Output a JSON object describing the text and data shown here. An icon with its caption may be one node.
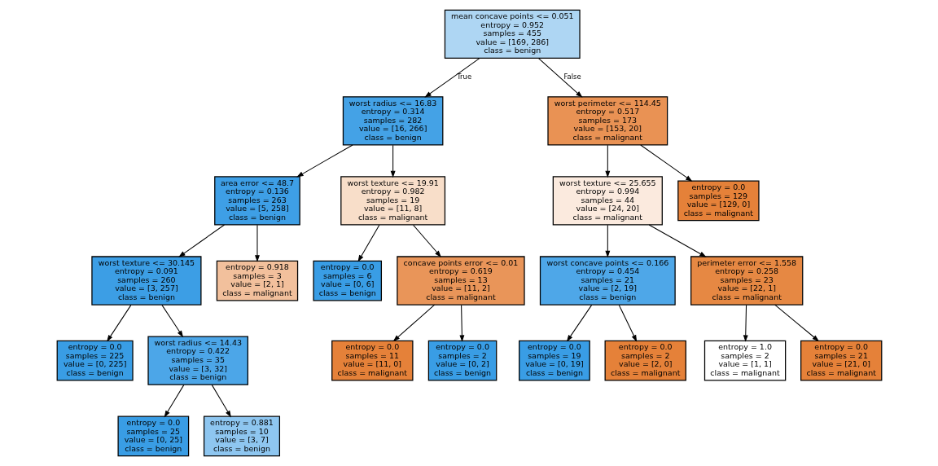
{
  "diagram": {
    "nodes": [
      {
        "text": [
          "mean concave points <= 0.051",
          "entropy = 0.952",
          "samples = 455",
          "value = [169, 286]",
          "class = benign"
        ]
      },
      {
        "text": [
          "worst radius <= 16.83",
          "entropy = 0.314",
          "samples = 282",
          "value = [16, 266]",
          "class = benign"
        ]
      },
      {
        "text": [
          "worst perimeter <= 114.45",
          "entropy = 0.517",
          "samples = 173",
          "value = [153, 20]",
          "class = malignant"
        ]
      },
      {
        "text": [
          "area error <= 48.7",
          "entropy = 0.136",
          "samples = 263",
          "value = [5, 258]",
          "class = benign"
        ]
      },
      {
        "text": [
          "worst texture <= 19.91",
          "entropy = 0.982",
          "samples = 19",
          "value = [11, 8]",
          "class = malignant"
        ]
      },
      {
        "text": [
          "worst texture <= 25.655",
          "entropy = 0.994",
          "samples = 44",
          "value = [24, 20]",
          "class = malignant"
        ]
      },
      {
        "text": [
          "entropy = 0.0",
          "samples = 129",
          "value = [129, 0]",
          "class = malignant"
        ]
      },
      {
        "text": [
          "worst texture <= 30.145",
          "entropy = 0.091",
          "samples = 260",
          "value = [3, 257]",
          "class = benign"
        ]
      },
      {
        "text": [
          "entropy = 0.918",
          "samples = 3",
          "value = [2, 1]",
          "class = malignant"
        ]
      },
      {
        "text": [
          "entropy = 0.0",
          "samples = 6",
          "value = [0, 6]",
          "class = benign"
        ]
      },
      {
        "text": [
          "concave points error <= 0.01",
          "entropy = 0.619",
          "samples = 13",
          "value = [11, 2]",
          "class = malignant"
        ]
      },
      {
        "text": [
          "worst concave points <= 0.166",
          "entropy = 0.454",
          "samples = 21",
          "value = [2, 19]",
          "class = benign"
        ]
      },
      {
        "text": [
          "perimeter error <= 1.558",
          "entropy = 0.258",
          "samples = 23",
          "value = [22, 1]",
          "class = malignant"
        ]
      },
      {
        "text": [
          "entropy = 0.0",
          "samples = 225",
          "value = [0, 225]",
          "class = benign"
        ]
      },
      {
        "text": [
          "worst radius <= 14.43",
          "entropy = 0.422",
          "samples = 35",
          "value = [3, 32]",
          "class = benign"
        ]
      },
      {
        "text": [
          "entropy = 0.0",
          "samples = 11",
          "value = [11, 0]",
          "class = malignant"
        ]
      },
      {
        "text": [
          "entropy = 0.0",
          "samples = 2",
          "value = [0, 2]",
          "class = benign"
        ]
      },
      {
        "text": [
          "entropy = 0.0",
          "samples = 19",
          "value = [0, 19]",
          "class = benign"
        ]
      },
      {
        "text": [
          "entropy = 0.0",
          "samples = 2",
          "value = [2, 0]",
          "class = malignant"
        ]
      },
      {
        "text": [
          "entropy = 1.0",
          "samples = 2",
          "value = [1, 1]",
          "class = malignant"
        ]
      },
      {
        "text": [
          "entropy = 0.0",
          "samples = 21",
          "value = [21, 0]",
          "class = malignant"
        ]
      },
      {
        "text": [
          "entropy = 0.0",
          "samples = 25",
          "value = [0, 25]",
          "class = benign"
        ]
      },
      {
        "text": [
          "entropy = 0.881",
          "samples = 10",
          "value = [3, 7]",
          "class = benign"
        ]
      }
    ],
    "edges": [
      {
        "from": 0,
        "to": 1,
        "arrow": "to",
        "label": "True"
      },
      {
        "from": 0,
        "to": 2,
        "arrow": "to",
        "label": "False"
      },
      {
        "from": 1,
        "to": 3,
        "arrow": "to"
      },
      {
        "from": 1,
        "to": 4,
        "arrow": "to"
      },
      {
        "from": 2,
        "to": 5,
        "arrow": "to"
      },
      {
        "from": 2,
        "to": 6,
        "arrow": "to"
      },
      {
        "from": 3,
        "to": 7,
        "arrow": "to"
      },
      {
        "from": 3,
        "to": 8,
        "arrow": "to"
      },
      {
        "from": 4,
        "to": 9,
        "arrow": "to"
      },
      {
        "from": 4,
        "to": 10,
        "arrow": "to"
      },
      {
        "from": 5,
        "to": 11,
        "arrow": "to"
      },
      {
        "from": 5,
        "to": 12,
        "arrow": "to"
      },
      {
        "from": 7,
        "to": 13,
        "arrow": "to"
      },
      {
        "from": 7,
        "to": 14,
        "arrow": "to"
      },
      {
        "from": 10,
        "to": 15,
        "arrow": "to"
      },
      {
        "from": 10,
        "to": 16,
        "arrow": "to"
      },
      {
        "from": 11,
        "to": 17,
        "arrow": "to"
      },
      {
        "from": 11,
        "to": 18,
        "arrow": "to"
      },
      {
        "from": 12,
        "to": 19,
        "arrow": "to"
      },
      {
        "from": 12,
        "to": 20,
        "arrow": "to"
      },
      {
        "from": 14,
        "to": 21,
        "arrow": "to"
      },
      {
        "from": 14,
        "to": 22,
        "arrow": "to"
      }
    ]
  }
}
